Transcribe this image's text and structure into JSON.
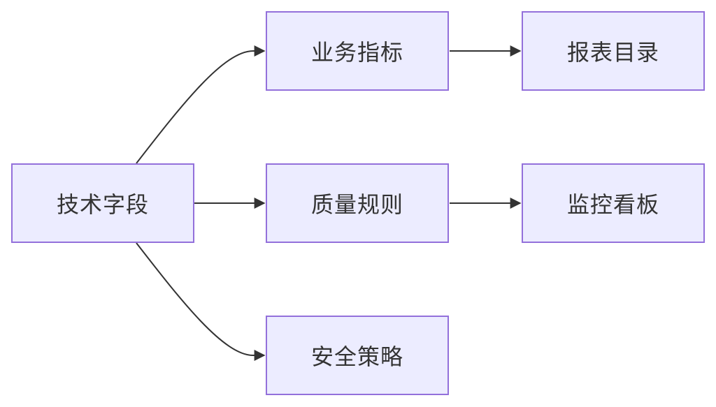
{
  "nodes": {
    "tech_field": "技术字段",
    "business_metric": "业务指标",
    "quality_rule": "质量规则",
    "security_policy": "安全策略",
    "report_catalog": "报表目录",
    "monitor_board": "监控看板"
  },
  "edges": [
    {
      "from": "tech_field",
      "to": "business_metric"
    },
    {
      "from": "tech_field",
      "to": "quality_rule"
    },
    {
      "from": "tech_field",
      "to": "security_policy"
    },
    {
      "from": "business_metric",
      "to": "report_catalog"
    },
    {
      "from": "quality_rule",
      "to": "monitor_board"
    }
  ],
  "colors": {
    "node_fill": "#ececff",
    "node_border": "#9370db",
    "edge": "#333333",
    "text": "#333333"
  }
}
